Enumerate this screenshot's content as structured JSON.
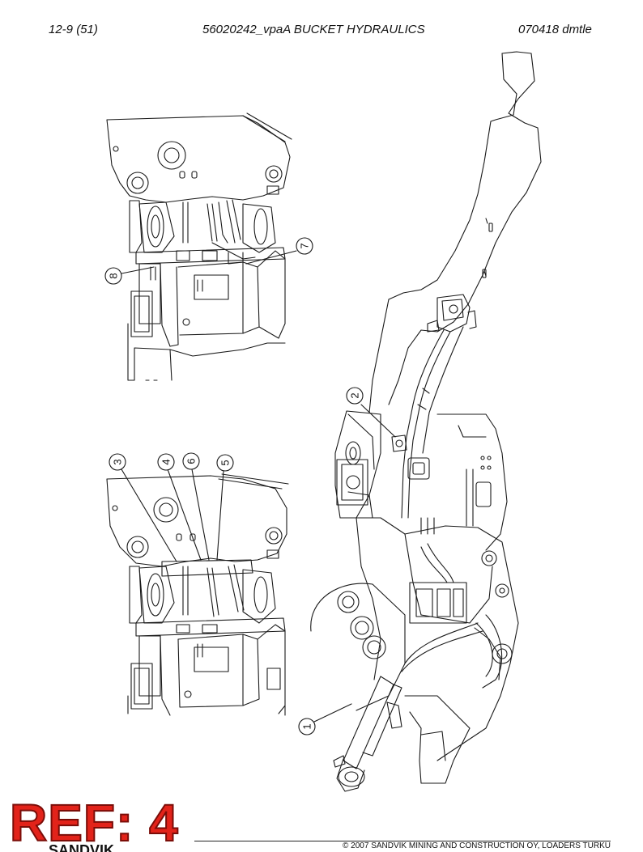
{
  "header": {
    "page_ref": "12-9 (51)",
    "title": "56020242_vpaA BUCKET HYDRAULICS",
    "code": "070418 dmtle"
  },
  "callouts": [
    {
      "id": "1",
      "label": "1"
    },
    {
      "id": "2",
      "label": "2"
    },
    {
      "id": "3",
      "label": "3"
    },
    {
      "id": "4",
      "label": "4"
    },
    {
      "id": "5",
      "label": "5"
    },
    {
      "id": "6",
      "label": "6"
    },
    {
      "id": "7",
      "label": "7"
    },
    {
      "id": "8",
      "label": "8"
    }
  ],
  "stamp": {
    "text": "REF: 4",
    "color": "#e2231a"
  },
  "logo": {
    "text": "SANDVIK"
  },
  "footer": {
    "copyright": "© 2007 SANDVIK MINING AND CONSTRUCTION OY, LOADERS TURKU"
  }
}
